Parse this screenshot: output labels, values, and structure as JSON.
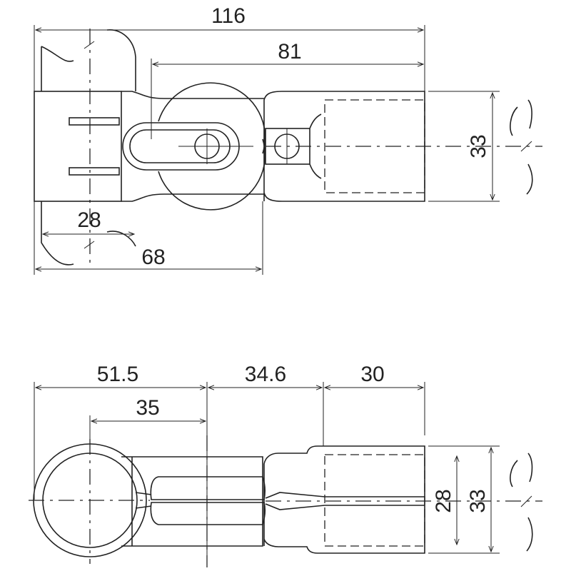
{
  "top_view": {
    "dim_overall_length": "116",
    "dim_pivot_to_end": "81",
    "dim_clamp_width": "28",
    "dim_clamp_to_joint": "68",
    "dim_height": "33"
  },
  "bottom_view": {
    "dim_ring_to_center": "51.5",
    "dim_ring_center_offset": "35",
    "dim_middle": "34.6",
    "dim_end": "30",
    "dim_inner_height": "28",
    "dim_outer_height": "33"
  }
}
